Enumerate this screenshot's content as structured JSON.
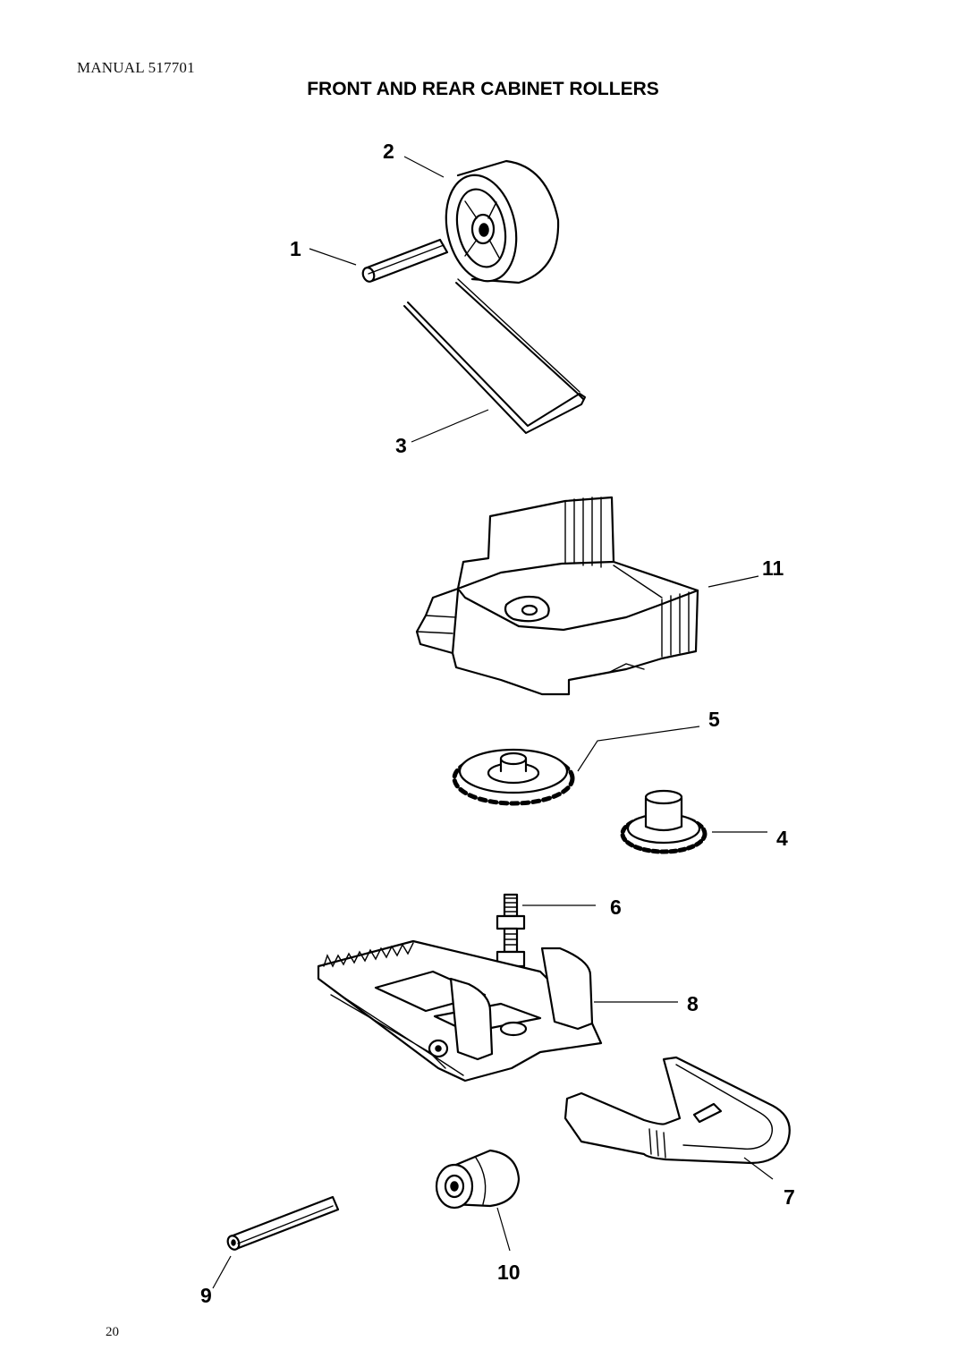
{
  "header": {
    "manual": "MANUAL 517701",
    "title": "FRONT AND REAR CABINET ROLLERS"
  },
  "callouts": {
    "c1": "1",
    "c2": "2",
    "c3": "3",
    "c4": "4",
    "c5": "5",
    "c6": "6",
    "c7": "7",
    "c8": "8",
    "c9": "9",
    "c10": "10",
    "c11": "11"
  },
  "footer": {
    "page_number": "20"
  }
}
